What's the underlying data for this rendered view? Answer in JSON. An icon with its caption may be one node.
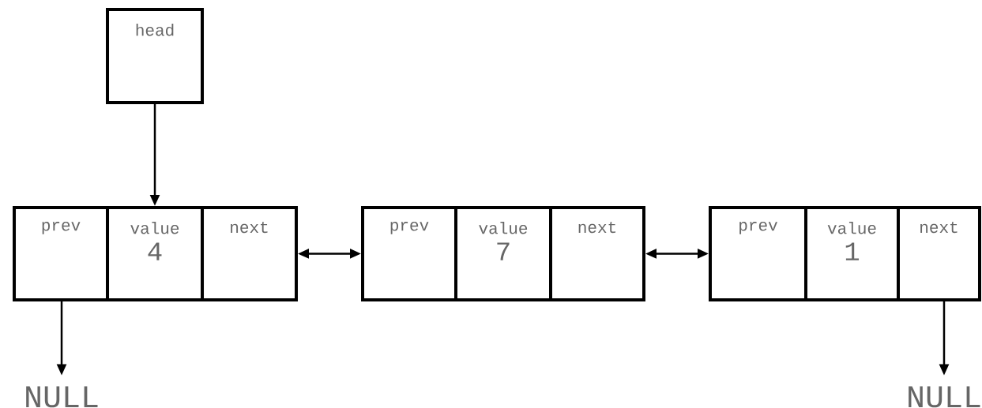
{
  "diagram": {
    "nodes": [
      {
        "text": [
          "head"
        ]
      },
      {
        "text": [
          "prev"
        ]
      },
      {
        "text": [
          "value",
          "4"
        ]
      },
      {
        "text": [
          "next"
        ]
      },
      {
        "text": [
          "prev"
        ]
      },
      {
        "text": [
          "value",
          "7"
        ]
      },
      {
        "text": [
          "next"
        ]
      },
      {
        "text": [
          "prev"
        ]
      },
      {
        "text": [
          "value",
          "1"
        ]
      },
      {
        "text": [
          "next"
        ]
      },
      {
        "text": [
          "NULL"
        ]
      },
      {
        "text": [
          "NULL"
        ]
      }
    ],
    "edges": [
      {
        "from": 0,
        "to": 2,
        "arrow": "to"
      },
      {
        "from": 3,
        "to": 4,
        "arrow": "both"
      },
      {
        "from": 6,
        "to": 7,
        "arrow": "both"
      },
      {
        "from": 1,
        "to": 10,
        "arrow": "to"
      },
      {
        "from": 9,
        "to": 11,
        "arrow": "to"
      }
    ]
  }
}
